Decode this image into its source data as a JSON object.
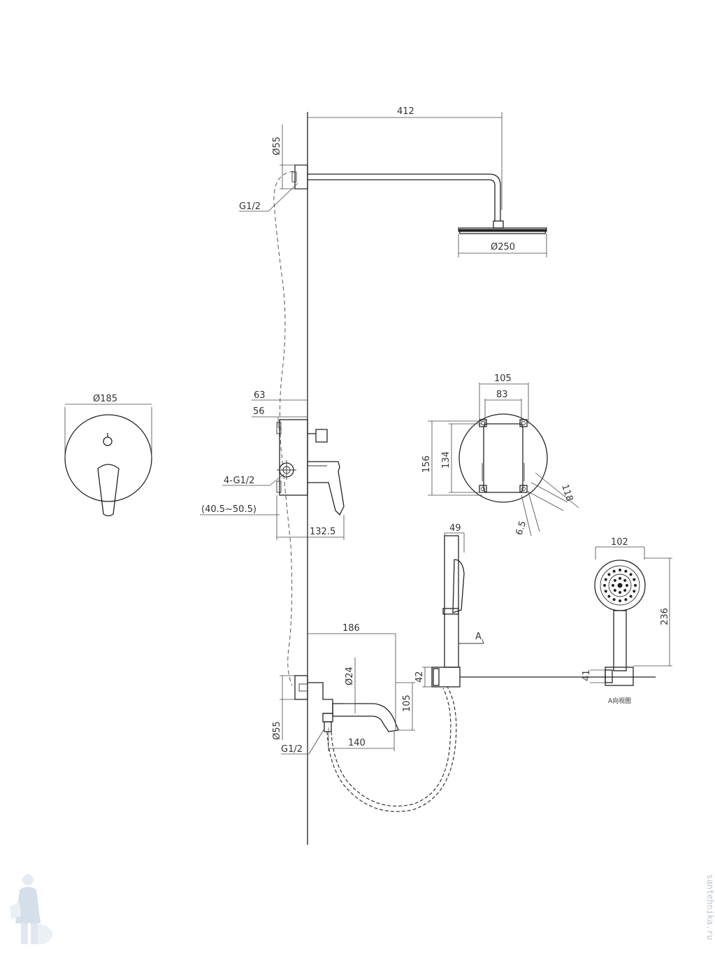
{
  "dimensions": {
    "arm_length": "412",
    "flange_top_dia": "Ø55",
    "thread_top": "G1/2",
    "head_dia": "Ø250",
    "escutcheon_dia": "Ø185",
    "depth_63": "63",
    "depth_56": "56",
    "inlets": "4-G1/2",
    "adjust_range": "(40.5~50.5)",
    "mixer_projection": "132.5",
    "box_105": "105",
    "box_83": "83",
    "box_156": "156",
    "box_134": "134",
    "box_118": "118",
    "box_65": "6.5",
    "holder_49": "49",
    "hand_width": "102",
    "hand_length": "236",
    "section_mark": "A",
    "view_label": "A向视图",
    "bar_42": "42",
    "bar_41": "41",
    "spout_186": "186",
    "spout_dia": "Ø24",
    "spout_105": "105",
    "spout_140": "140",
    "flange_bottom_dia": "Ø55",
    "thread_bottom": "G1/2"
  },
  "watermark": {
    "site_text": "santehnika.ru"
  }
}
